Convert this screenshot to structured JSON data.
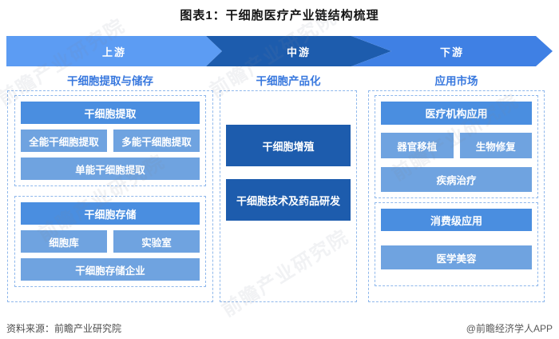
{
  "title": "图表1：干细胞医疗产业链结构梳理",
  "banner": {
    "upstream": "上游",
    "midstream": "中游",
    "downstream": "下游"
  },
  "columns": {
    "left": {
      "header": "干细胞提取与储存",
      "extraction": {
        "title": "干细胞提取",
        "sub1": "全能干细胞提取",
        "sub2": "多能干细胞提取",
        "sub3": "单能干细胞提取"
      },
      "storage": {
        "title": "干细胞存储",
        "sub1": "细胞库",
        "sub2": "实验室",
        "sub3": "干细胞存储企业"
      }
    },
    "middle": {
      "header": "干细胞产品化",
      "box1": "干细胞增殖",
      "box2": "干细胞技术及药品研发"
    },
    "right": {
      "header": "应用市场",
      "medical": {
        "title": "医疗机构应用",
        "sub1": "器官移植",
        "sub2": "生物修复",
        "sub3": "疾病治疗"
      },
      "consumer": {
        "title": "消费级应用",
        "sub1": "医学美容"
      }
    }
  },
  "footer": {
    "source": "资料来源：前瞻产业研究院",
    "credit": "@前瞻经济学人APP"
  },
  "watermark": {
    "text": "前瞻产业研究院"
  },
  "colors": {
    "upstream": "#5C9CF3",
    "midstream": "#1D5CAD",
    "downstream": "#3F80E4",
    "box_main": "#4A8EE0",
    "box_sub": "#6FA3E0",
    "box_dark": "#1D5CAD",
    "header_text": "#3878DE"
  }
}
